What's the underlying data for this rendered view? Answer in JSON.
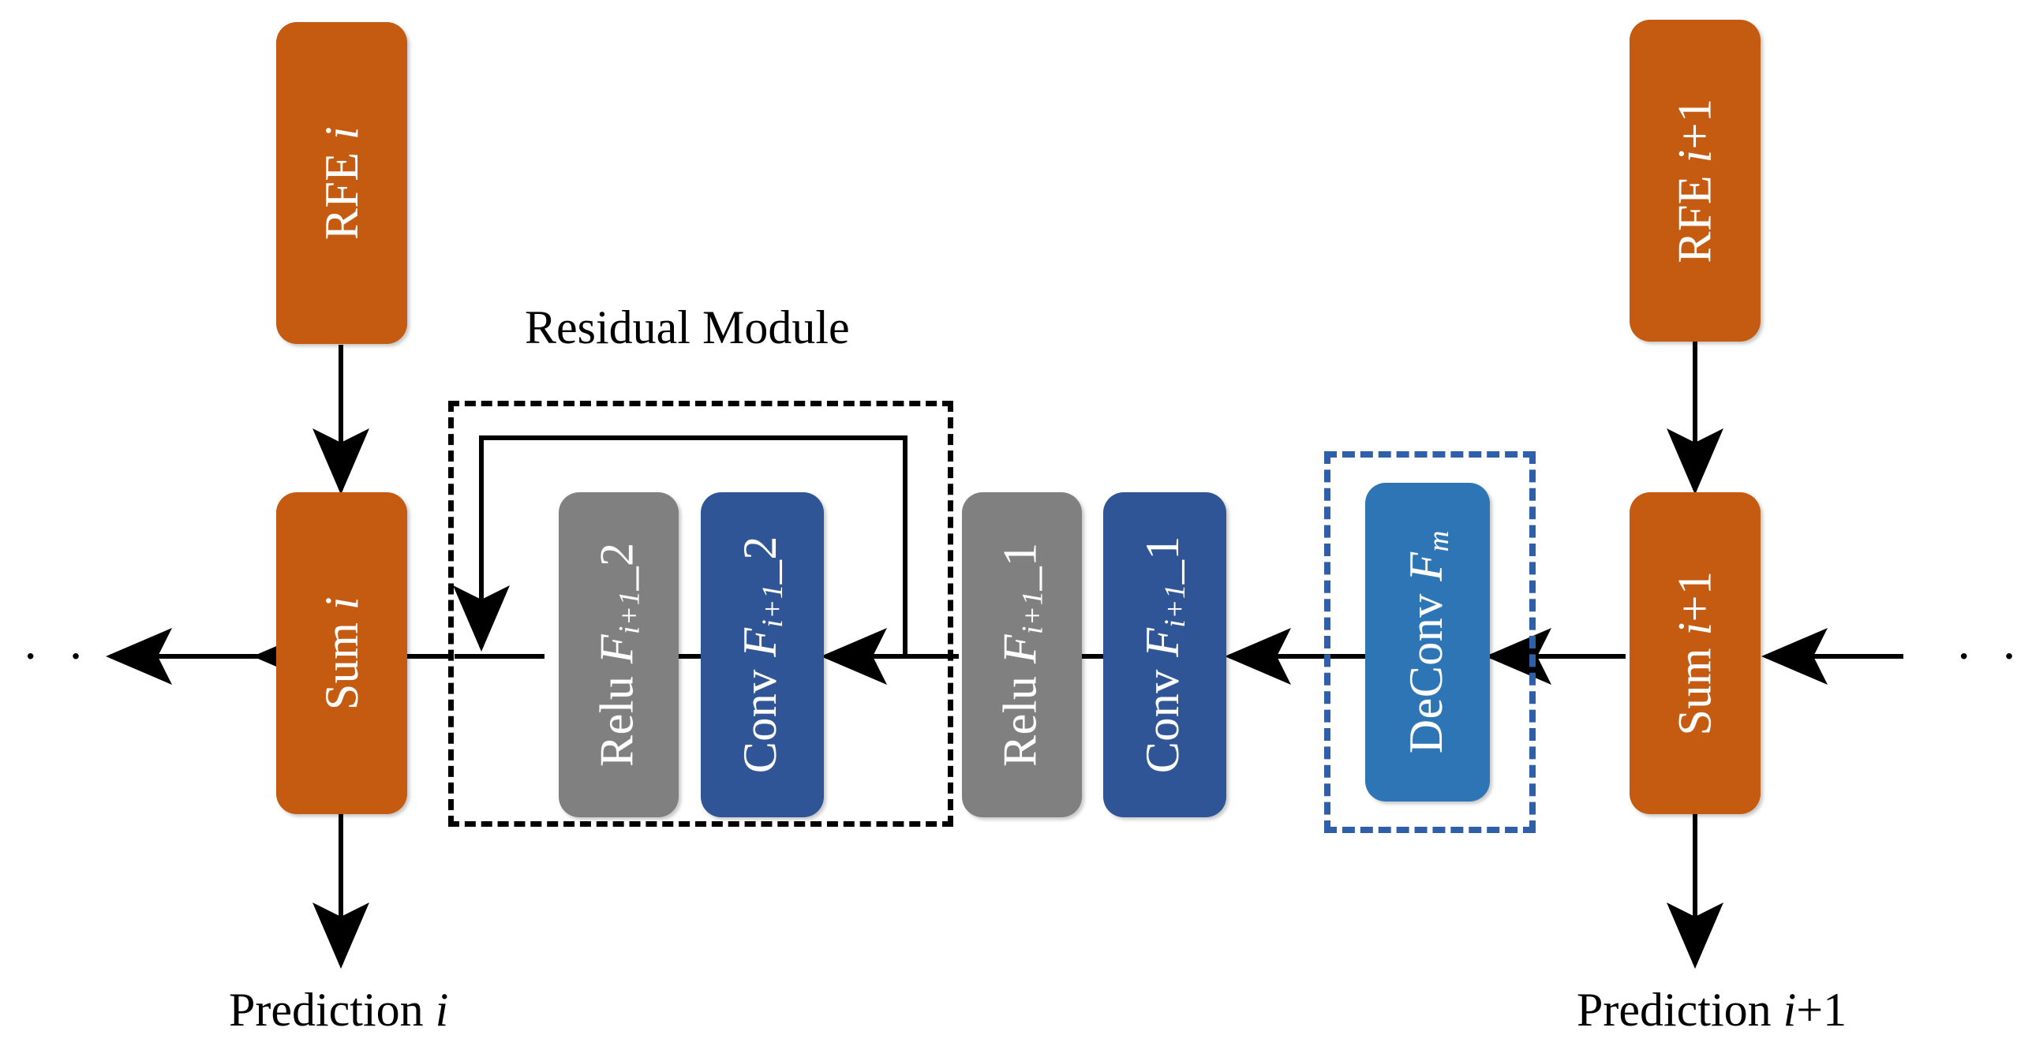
{
  "diagram": {
    "title_label": "Residual Module",
    "colors": {
      "orange": "#C55A11",
      "gray": "#808080",
      "dark_blue": "#2F5597",
      "light_blue": "#2E75B6",
      "dashed_blue": "#2F5FA8",
      "dashed_black": "#000000",
      "line": "#000000",
      "node_text": "#FFFFFF",
      "background": "#FFFFFF"
    },
    "nodes": {
      "rfe_i": {
        "text": "RFE i",
        "base": "RFE ",
        "sub": "i"
      },
      "sum_i": {
        "text": "Sum i",
        "base": "Sum ",
        "sub": "i"
      },
      "relu_2": {
        "base": "Relu ",
        "fsym": "F",
        "subscript": "i+1",
        "suffix": "_2"
      },
      "conv_2": {
        "base": "Conv ",
        "fsym": "F",
        "subscript": "i+1",
        "suffix": "_2"
      },
      "relu_1": {
        "base": "Relu ",
        "fsym": "F",
        "subscript": "i+1",
        "suffix": "_1"
      },
      "conv_1": {
        "base": "Conv ",
        "fsym": "F",
        "subscript": "i+1",
        "suffix": "_1"
      },
      "deconv_m": {
        "base": "DeConv ",
        "fsym": "F",
        "subscript": "m",
        "suffix": ""
      },
      "rfe_i1": {
        "text": "RFE i+1",
        "base": "RFE ",
        "sub": "i",
        "tail": "+1"
      },
      "sum_i1": {
        "text": "Sum i+1",
        "base": "Sum ",
        "sub": "i",
        "tail": "+1"
      }
    },
    "labels": {
      "prediction_i_prefix": "Prediction ",
      "prediction_i_var": "i",
      "prediction_i_suffix": "",
      "prediction_i1_prefix": "Prediction ",
      "prediction_i1_var": "i",
      "prediction_i1_suffix": "+1",
      "ellipsis_left": "· · ·",
      "ellipsis_right": "· · ·"
    }
  }
}
